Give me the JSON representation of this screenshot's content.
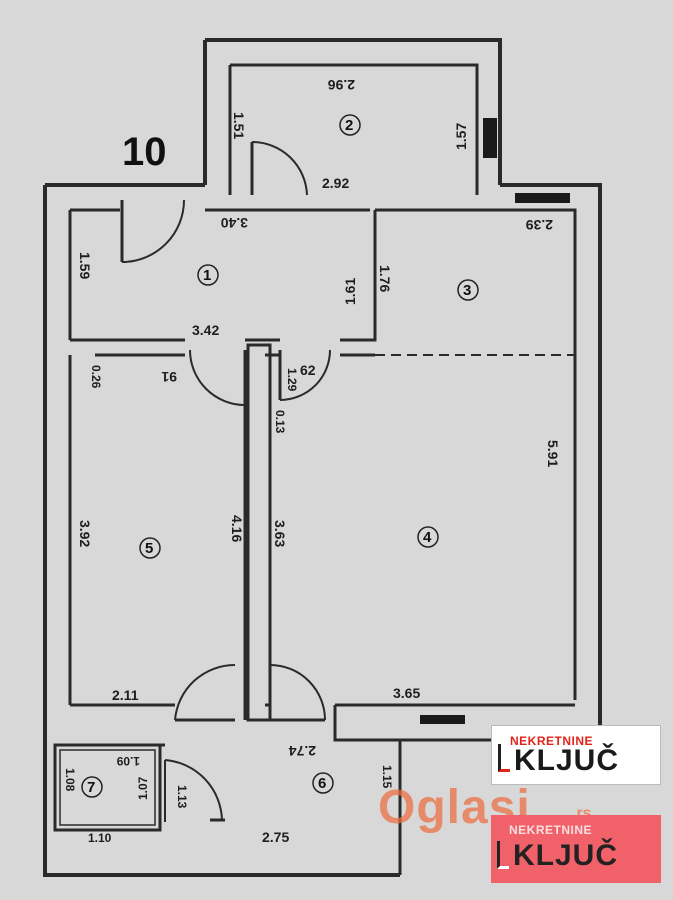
{
  "plan": {
    "flat_number": "10",
    "rooms": [
      "1",
      "2",
      "3",
      "4",
      "5",
      "6",
      "7"
    ],
    "dimensions": {
      "d_296": "2.96",
      "d_157": "1.57",
      "d_151": "1.51",
      "d_292": "2.92",
      "d_340": "3.40",
      "d_239": "2.39",
      "d_159": "1.59",
      "d_161": "1.61",
      "d_176": "1.76",
      "d_342": "3.42",
      "d_026": "0.26",
      "d_91": "91",
      "d_62": "62",
      "d_129": "1.29",
      "d_013": "0.13",
      "d_591": "5.91",
      "d_392": "3.92",
      "d_416": "4.16",
      "d_363": "3.63",
      "d_211": "2.11",
      "d_365": "3.65",
      "d_274": "2.74",
      "d_115": "1.15",
      "d_109": "1.09",
      "d_107": "1.07",
      "d_108": "1.08",
      "d_113": "1.13",
      "d_110": "1.10",
      "d_275": "2.75"
    }
  },
  "watermarks": {
    "logo_top": "NEKRETNINE",
    "logo_brand": "KLJUČ",
    "oglasi": "Oglasi",
    "oglasi_tld": ".rs",
    "logo_bottom_top": "NEKRETNINE",
    "logo_bottom_brand": "KLJUČ",
    "brand_color": "#e2231a"
  }
}
